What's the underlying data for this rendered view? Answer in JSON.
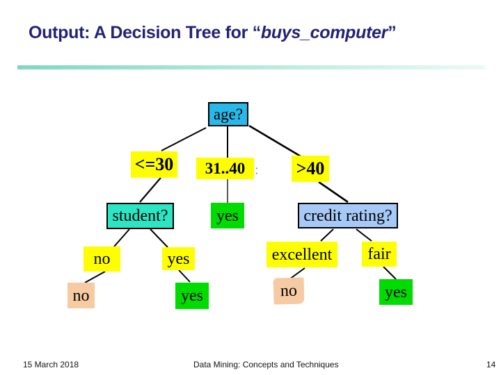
{
  "slide": {
    "title_prefix": "Output: A Decision Tree for ",
    "title_quote_open": "“",
    "title_emphasis": "buys_computer",
    "title_quote_close": "”"
  },
  "nodes": {
    "age": {
      "label": "age?"
    },
    "le30": {
      "label": "<=30"
    },
    "range3140": {
      "label": "31..40"
    },
    "gt40": {
      "label": ">40"
    },
    "student": {
      "label": "student?"
    },
    "yes_mid": {
      "label": "yes"
    },
    "credit": {
      "label": "credit rating?"
    },
    "no_branch": {
      "label": "no"
    },
    "yes_branch": {
      "label": "yes"
    },
    "excellent": {
      "label": "excellent"
    },
    "fair": {
      "label": "fair"
    },
    "leaf_no_left": {
      "label": "no"
    },
    "leaf_yes_left": {
      "label": "yes"
    },
    "leaf_no_right": {
      "label": "no"
    },
    "leaf_yes_right": {
      "label": "yes"
    }
  },
  "artifact": {
    "stray_mark": ":"
  },
  "footer": {
    "date": "15 March 2018",
    "course": "Data Mining: Concepts and Techniques",
    "page": "14"
  },
  "colors": {
    "title_text": "#232277",
    "divider_left": "#7FD8BE",
    "divider_right": "#EAFAF5",
    "decision_root": "#29B9E9",
    "decision_student": "#2BE5C3",
    "decision_credit": "#A6C9F7",
    "branch_label": "#FEFE00",
    "leaf_yes": "#00DC00",
    "leaf_no": "#F6CBA3",
    "edge": "#000000"
  }
}
